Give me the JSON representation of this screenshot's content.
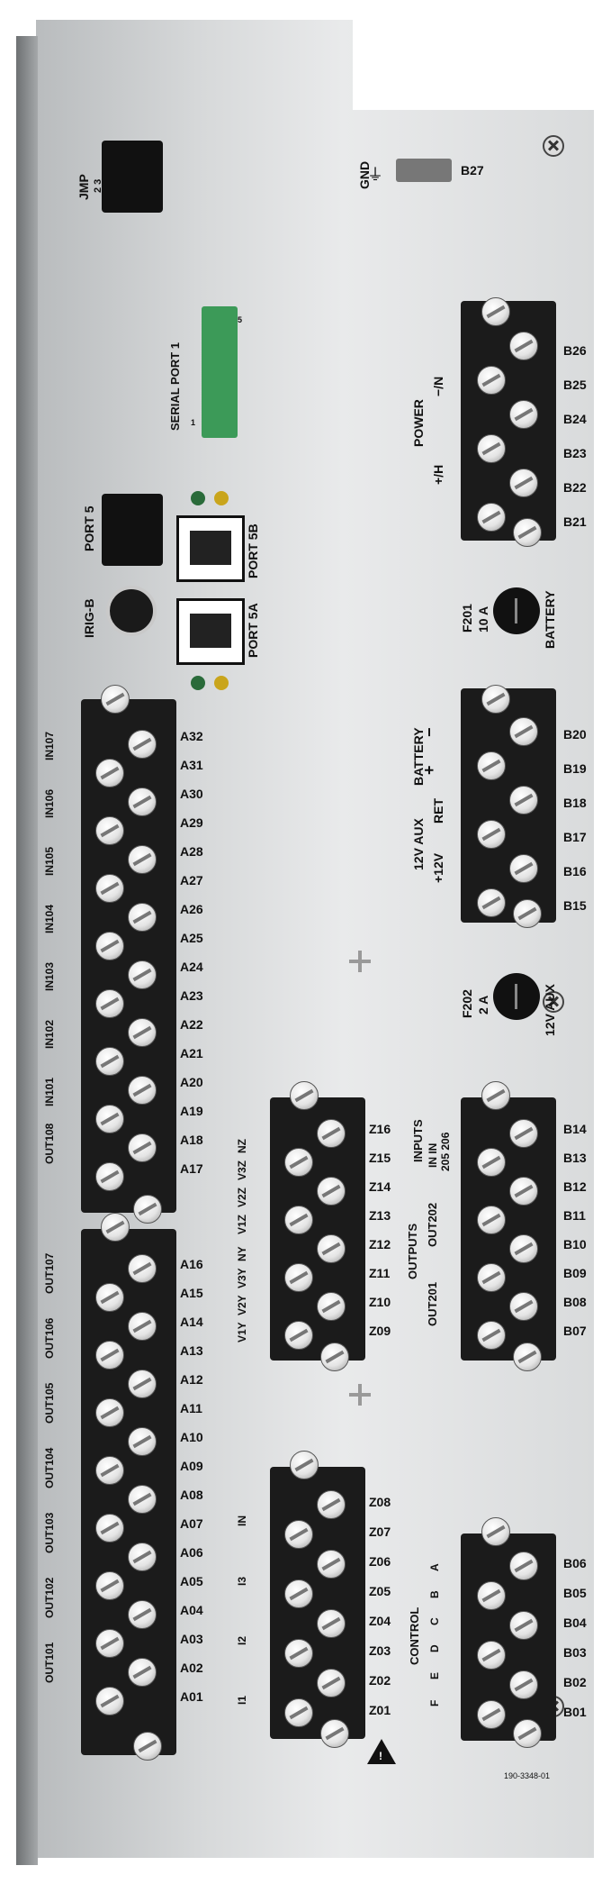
{
  "panel": {
    "part_number": "190-3348-01",
    "jmp": {
      "label": "JMP",
      "pins": "2 3"
    },
    "gnd": {
      "label": "GND",
      "terminal": "B27"
    },
    "serial_port": {
      "label": "SERIAL PORT 1",
      "pin_first": "1",
      "pin_last": "5"
    },
    "ports": {
      "port5": "PORT 5",
      "port5b": "PORT 5B",
      "port5a": "PORT 5A",
      "irigb": "IRIG-B"
    },
    "power": {
      "label": "POWER",
      "minus": "−/N",
      "plus": "+/H",
      "terminals": [
        "B26",
        "B25",
        "B24",
        "B23",
        "B22",
        "B21"
      ]
    },
    "fuse_f201": {
      "id": "F201",
      "rating": "10 A",
      "label": "BATTERY"
    },
    "battery_aux": {
      "battery": "BATTERY",
      "minus": "−",
      "plus": "+",
      "aux": "12V AUX",
      "ret": "RET",
      "plus12": "+12V",
      "terminals": [
        "B20",
        "B19",
        "B18",
        "B17",
        "B16",
        "B15"
      ]
    },
    "fuse_f202": {
      "id": "F202",
      "rating": "2 A",
      "label": "12V AUX"
    },
    "inputs_block": {
      "a_high": [
        "A32",
        "A31",
        "A30",
        "A29",
        "A28",
        "A27",
        "A26",
        "A25",
        "A24",
        "A23",
        "A22",
        "A21",
        "A20",
        "A19",
        "A18",
        "A17"
      ],
      "labels": [
        "IN107",
        "IN106",
        "IN105",
        "IN104",
        "IN103",
        "IN102",
        "IN101",
        "OUT108"
      ]
    },
    "outputs_block": {
      "a_low": [
        "A16",
        "A15",
        "A14",
        "A13",
        "A12",
        "A11",
        "A10",
        "A09",
        "A08",
        "A07",
        "A06",
        "A05",
        "A04",
        "A03",
        "A02",
        "A01"
      ],
      "labels": [
        "OUT107",
        "OUT106",
        "OUT105",
        "OUT104",
        "OUT103",
        "OUT102",
        "OUT101"
      ]
    },
    "voltage_block": {
      "terminals": [
        "Z16",
        "Z15",
        "Z14",
        "Z13",
        "Z12",
        "Z11",
        "Z10",
        "Z09"
      ],
      "labels": [
        "NZ",
        "V3Z",
        "V2Z",
        "V1Z",
        "NY",
        "V3Y",
        "V2Y",
        "V1Y"
      ]
    },
    "io_block": {
      "terminals": [
        "B14",
        "B13",
        "B12",
        "B11",
        "B10",
        "B09",
        "B08",
        "B07"
      ],
      "inputs": "INPUTS",
      "in_pair": "IN IN",
      "in_nums": "205 206",
      "outputs": "OUTPUTS",
      "out202": "OUT202",
      "out201": "OUT201"
    },
    "current_block": {
      "terminals": [
        "Z08",
        "Z07",
        "Z06",
        "Z05",
        "Z04",
        "Z03",
        "Z02",
        "Z01"
      ],
      "labels": [
        "IN",
        "I3",
        "I2",
        "I1"
      ]
    },
    "control_block": {
      "terminals": [
        "B06",
        "B05",
        "B04",
        "B03",
        "B02",
        "B01"
      ],
      "label": "CONTROL",
      "letters": [
        "A",
        "B",
        "C",
        "D",
        "E",
        "F"
      ]
    },
    "warning": "!"
  }
}
